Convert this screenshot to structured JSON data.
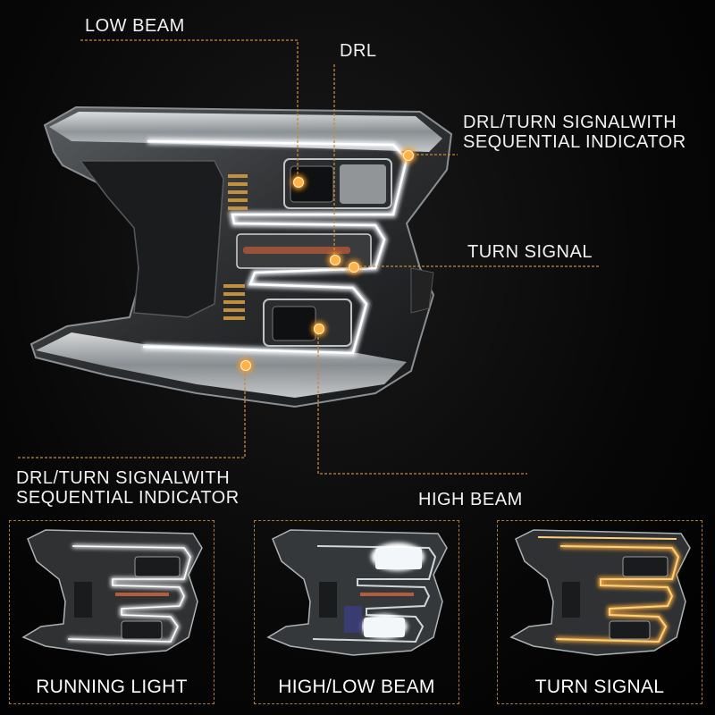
{
  "callouts": {
    "low_beam": "LOW BEAM",
    "drl": "DRL",
    "drl_turn_top": [
      "DRL/TURN SIGNALWITH",
      "SEQUENTIAL INDICATOR"
    ],
    "turn_signal": "TURN SIGNAL",
    "drl_turn_bottom": [
      "DRL/TURN SIGNALWITH",
      "SEQUENTIAL INDICATOR"
    ],
    "high_beam": "HIGH BEAM"
  },
  "panels": [
    {
      "caption": "RUNNING LIGHT",
      "mode": "running"
    },
    {
      "caption": "HIGH/LOW BEAM",
      "mode": "beam"
    },
    {
      "caption": "TURN SIGNAL",
      "mode": "turn"
    }
  ],
  "colors": {
    "leader": "#c8893e",
    "amber": "#f0a53a",
    "chrome": "#cfd3d6",
    "drl_white": "#f4f8ff"
  }
}
